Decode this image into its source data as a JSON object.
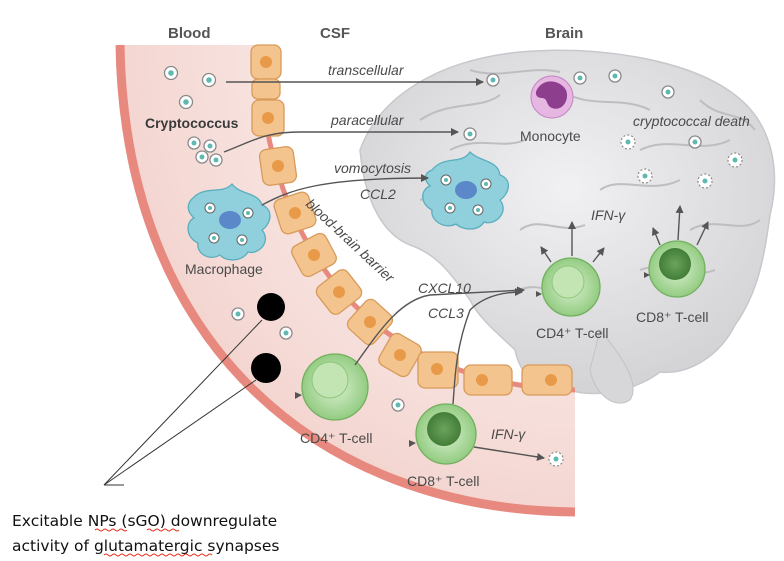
{
  "headers": {
    "blood": "Blood",
    "csf": "CSF",
    "brain": "Brain"
  },
  "labels": {
    "cryptococcus": "Cryptococcus",
    "macrophage": "Macrophage",
    "monocyte": "Monocyte",
    "cryptococcal_death": "cryptococcal death",
    "bbb": "blood-brain barrier",
    "cd4_brain": "CD4⁺ T-cell",
    "cd8_brain": "CD8⁺ T-cell",
    "cd4_blood": "CD4⁺ T-cell",
    "cd8_blood": "CD8⁺ T-cell"
  },
  "pathways": {
    "transcellular": "transcellular",
    "paracellular": "paracellular",
    "vomocytosis": "vomocytosis",
    "ccl2": "CCL2",
    "cxcl10": "CXCL10",
    "ccl3": "CCL3",
    "ifn_brain": "IFN-γ",
    "ifn_blood": "IFN-γ"
  },
  "annotation": {
    "line1_pre": "Excitable ",
    "line1_wavy1": "NPs",
    "line1_mid": " (",
    "line1_wavy2": "sGO",
    "line1_post": ") downregulate",
    "line2_pre": "activity of ",
    "line2_wavy": "glutamatergic",
    "line2_post": " synapses"
  },
  "colors": {
    "vessel_wall": "#e8897f",
    "vessel_fill": "#f7e3e0",
    "endothelial": "#f4c48e",
    "brain": "#e4e4e6",
    "tcell": "#a9d898",
    "macrophage": "#8fd0dc",
    "monocyte": "#9b4f9b",
    "nanoparticle": "#000000"
  }
}
